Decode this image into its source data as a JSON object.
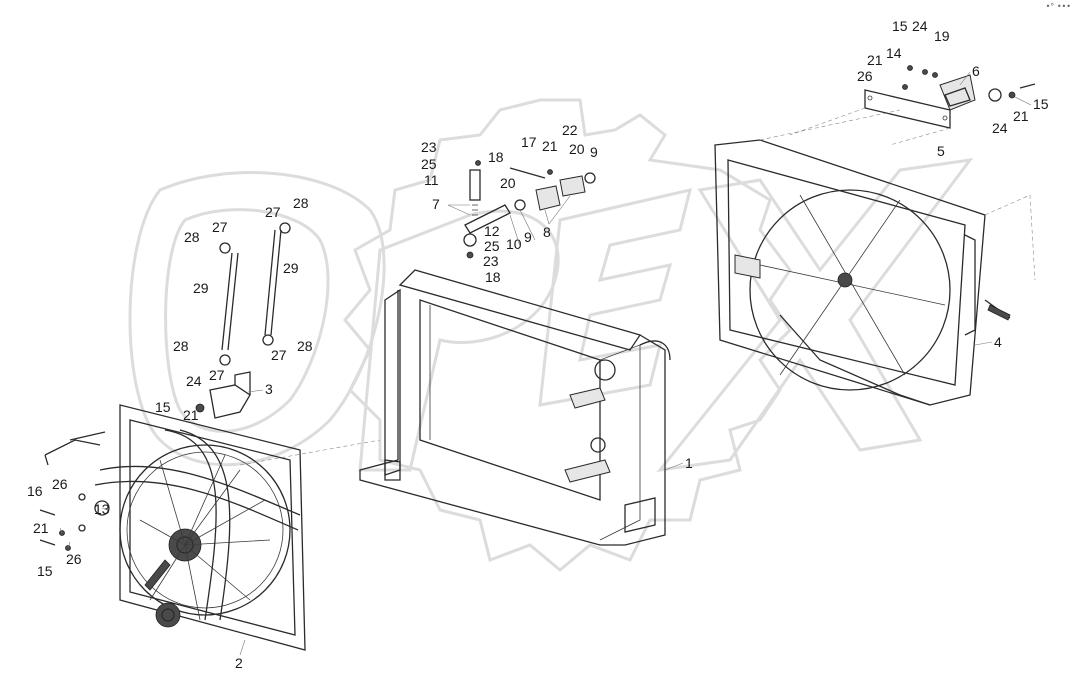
{
  "corner_mark": "•° •••",
  "watermark": "OPEX",
  "callouts": [
    {
      "id": "1",
      "text": "1"
    },
    {
      "id": "2",
      "text": "2"
    },
    {
      "id": "3",
      "text": "3"
    },
    {
      "id": "4",
      "text": "4"
    },
    {
      "id": "5",
      "text": "5"
    },
    {
      "id": "6",
      "text": "6"
    },
    {
      "id": "7",
      "text": "7"
    },
    {
      "id": "8",
      "text": "8"
    },
    {
      "id": "9a",
      "text": "9"
    },
    {
      "id": "9b",
      "text": "9"
    },
    {
      "id": "10",
      "text": "10"
    },
    {
      "id": "11",
      "text": "11"
    },
    {
      "id": "12",
      "text": "12"
    },
    {
      "id": "13",
      "text": "13"
    },
    {
      "id": "14",
      "text": "14"
    },
    {
      "id": "15a",
      "text": "15"
    },
    {
      "id": "15b",
      "text": "15"
    },
    {
      "id": "15c",
      "text": "15"
    },
    {
      "id": "15d",
      "text": "15"
    },
    {
      "id": "16",
      "text": "16"
    },
    {
      "id": "17",
      "text": "17"
    },
    {
      "id": "18a",
      "text": "18"
    },
    {
      "id": "18b",
      "text": "18"
    },
    {
      "id": "19",
      "text": "19"
    },
    {
      "id": "20a",
      "text": "20"
    },
    {
      "id": "20b",
      "text": "20"
    },
    {
      "id": "21a",
      "text": "21"
    },
    {
      "id": "21b",
      "text": "21"
    },
    {
      "id": "21c",
      "text": "21"
    },
    {
      "id": "21d",
      "text": "21"
    },
    {
      "id": "21e",
      "text": "21"
    },
    {
      "id": "22",
      "text": "22"
    },
    {
      "id": "23a",
      "text": "23"
    },
    {
      "id": "23b",
      "text": "23"
    },
    {
      "id": "24a",
      "text": "24"
    },
    {
      "id": "24b",
      "text": "24"
    },
    {
      "id": "24c",
      "text": "24"
    },
    {
      "id": "25a",
      "text": "25"
    },
    {
      "id": "25b",
      "text": "25"
    },
    {
      "id": "26a",
      "text": "26"
    },
    {
      "id": "26b",
      "text": "26"
    },
    {
      "id": "26c",
      "text": "26"
    },
    {
      "id": "27a",
      "text": "27"
    },
    {
      "id": "27b",
      "text": "27"
    },
    {
      "id": "27c",
      "text": "27"
    },
    {
      "id": "27d",
      "text": "27"
    },
    {
      "id": "28a",
      "text": "28"
    },
    {
      "id": "28b",
      "text": "28"
    },
    {
      "id": "28c",
      "text": "28"
    },
    {
      "id": "28d",
      "text": "28"
    },
    {
      "id": "29a",
      "text": "29"
    },
    {
      "id": "29b",
      "text": "29"
    }
  ]
}
